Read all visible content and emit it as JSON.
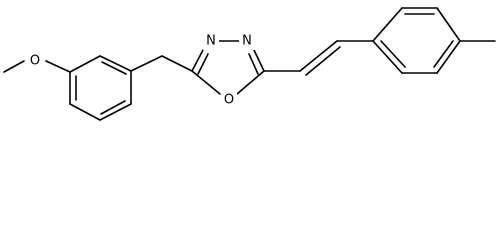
{
  "molecule": {
    "atoms": {
      "methoxy_O": "O",
      "ring_O": "O",
      "N3": "N",
      "N4": "N"
    }
  }
}
